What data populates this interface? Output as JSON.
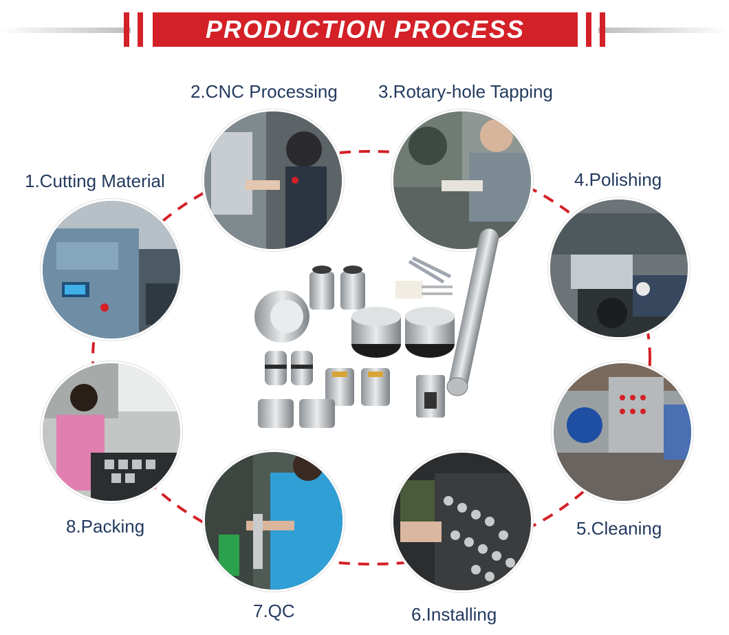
{
  "banner": {
    "title": "PRODUCTION PROCESS"
  },
  "steps": [
    {
      "label": "1.Cutting Material",
      "icon": "cutting-machine-photo"
    },
    {
      "label": "2.CNC Processing",
      "icon": "cnc-machine-photo"
    },
    {
      "label": "3.Rotary-hole Tapping",
      "icon": "tapping-photo"
    },
    {
      "label": "4.Polishing",
      "icon": "polishing-photo"
    },
    {
      "label": "5.Cleaning",
      "icon": "cleaning-photo"
    },
    {
      "label": "6.Installing",
      "icon": "installing-photo"
    },
    {
      "label": "7.QC",
      "icon": "qc-photo"
    },
    {
      "label": "8.Packing",
      "icon": "packing-photo"
    }
  ],
  "colors": {
    "accent": "#d42027",
    "label": "#233a5e",
    "ring": "#d42027"
  }
}
